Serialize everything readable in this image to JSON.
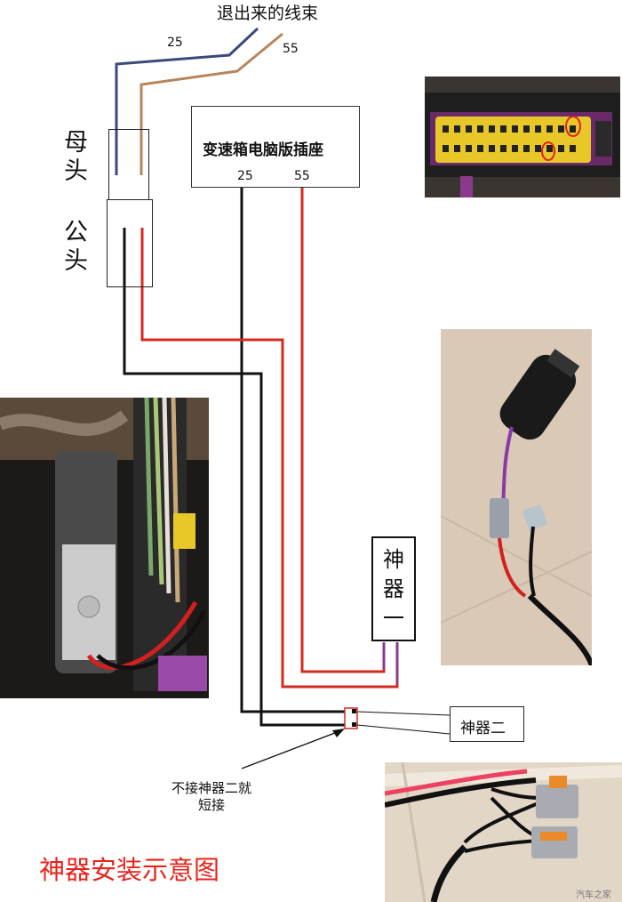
{
  "diagram": {
    "top_label": "退出来的线束",
    "wire_25_label": "25",
    "wire_55_label": "55",
    "female_head": "母\n头",
    "male_head": "公\n头",
    "ecu_socket": "变速箱电脑版插座",
    "ecu_pin_25": "25",
    "ecu_pin_55": "55",
    "device_one": "神\n器\n一",
    "device_two": "神器二",
    "note_short": "不接神器二就\n短接",
    "caption": "神器安装示意图",
    "watermark": "汽车之家"
  },
  "colors": {
    "wire_navy": "#3a4a7a",
    "wire_brown": "#b8845a",
    "wire_black": "#111111",
    "wire_red": "#d42a20",
    "wire_purple": "#8a3a8a",
    "caption_red": "#e8231c"
  }
}
